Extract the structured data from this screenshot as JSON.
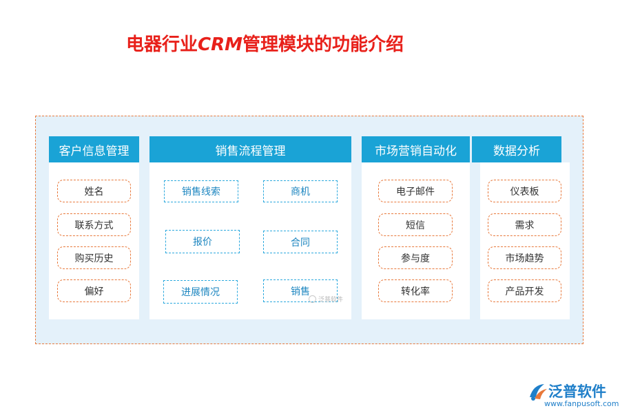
{
  "title": {
    "part1": "电器行业",
    "part2": "CRM",
    "part3": "管理模块的功能介绍"
  },
  "colors": {
    "title": "#e8201a",
    "header": "#1aa3d6",
    "frame_bg": "#e4f1fa",
    "orange_border": "#e8783a",
    "blue_border": "#2aa8dd"
  },
  "columns": [
    {
      "header": "客户信息管理",
      "items": [
        "姓名",
        "联系方式",
        "购买历史",
        "偏好"
      ]
    },
    {
      "header": "销售流程管理",
      "items": [
        "销售线索",
        "商机",
        "报价",
        "合同",
        "进展情况",
        "销售"
      ]
    },
    {
      "header": "市场营销自动化",
      "items": [
        "电子邮件",
        "短信",
        "参与度",
        "转化率"
      ]
    },
    {
      "header": "数据分析",
      "items": [
        "仪表板",
        "需求",
        "市场趋势",
        "产品开发"
      ]
    }
  ],
  "watermark": {
    "small": "泛普软件"
  },
  "logo": {
    "brand": "泛普软件",
    "url": "www.fanpusoft.com",
    "icon": "fanpu-logo-icon"
  }
}
